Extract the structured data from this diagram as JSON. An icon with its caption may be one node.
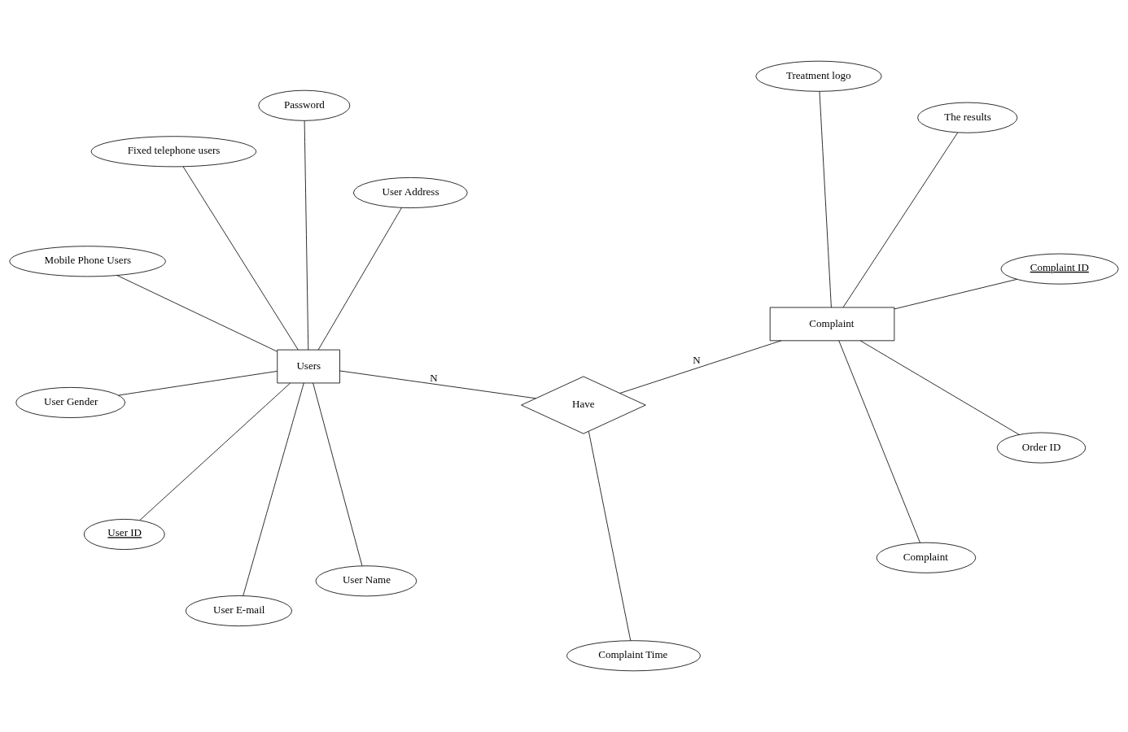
{
  "diagram": {
    "nodes": [
      {
        "text": [
          "User Gender"
        ]
      },
      {
        "text": [
          "User Address"
        ]
      },
      {
        "text": [
          "User Name"
        ]
      },
      {
        "text": [
          "Fixed telephone users"
        ]
      },
      {
        "text": [
          "Password"
        ]
      },
      {
        "text": [
          "Mobile Phone Users"
        ]
      },
      {
        "text": [
          "User ID"
        ]
      },
      {
        "text": [
          "Users"
        ]
      },
      {
        "text": [
          "User E-mail"
        ]
      },
      {
        "text": [
          "Have"
        ]
      },
      {
        "text": [
          "Complaint Time"
        ]
      },
      {
        "text": [
          "Complaint"
        ]
      },
      {
        "text": [
          "Complaint ID"
        ]
      },
      {
        "text": [
          "The results"
        ]
      },
      {
        "text": [
          "Treatment logo"
        ]
      },
      {
        "text": [
          "Order ID"
        ]
      },
      {
        "text": [
          "Complaint"
        ]
      }
    ],
    "edges": [
      {
        "from": 7,
        "to": 0,
        "arrow": "none"
      },
      {
        "from": 7,
        "to": 1,
        "arrow": "none"
      },
      {
        "from": 7,
        "to": 2,
        "arrow": "none"
      },
      {
        "from": 7,
        "to": 3,
        "arrow": "none"
      },
      {
        "from": 7,
        "to": 4,
        "arrow": "none"
      },
      {
        "from": 7,
        "to": 5,
        "arrow": "none"
      },
      {
        "from": 7,
        "to": 6,
        "arrow": "none"
      },
      {
        "from": 7,
        "to": 8,
        "arrow": "none"
      },
      {
        "from": 7,
        "to": 9,
        "arrow": "none",
        "label": "N"
      },
      {
        "from": 9,
        "to": 10,
        "arrow": "none"
      },
      {
        "from": 9,
        "to": 11,
        "arrow": "none",
        "label": "N"
      },
      {
        "from": 11,
        "to": 12,
        "arrow": "none"
      },
      {
        "from": 11,
        "to": 13,
        "arrow": "none"
      },
      {
        "from": 11,
        "to": 14,
        "arrow": "none"
      },
      {
        "from": 11,
        "to": 15,
        "arrow": "none"
      },
      {
        "from": 11,
        "to": 16,
        "arrow": "none"
      }
    ]
  }
}
